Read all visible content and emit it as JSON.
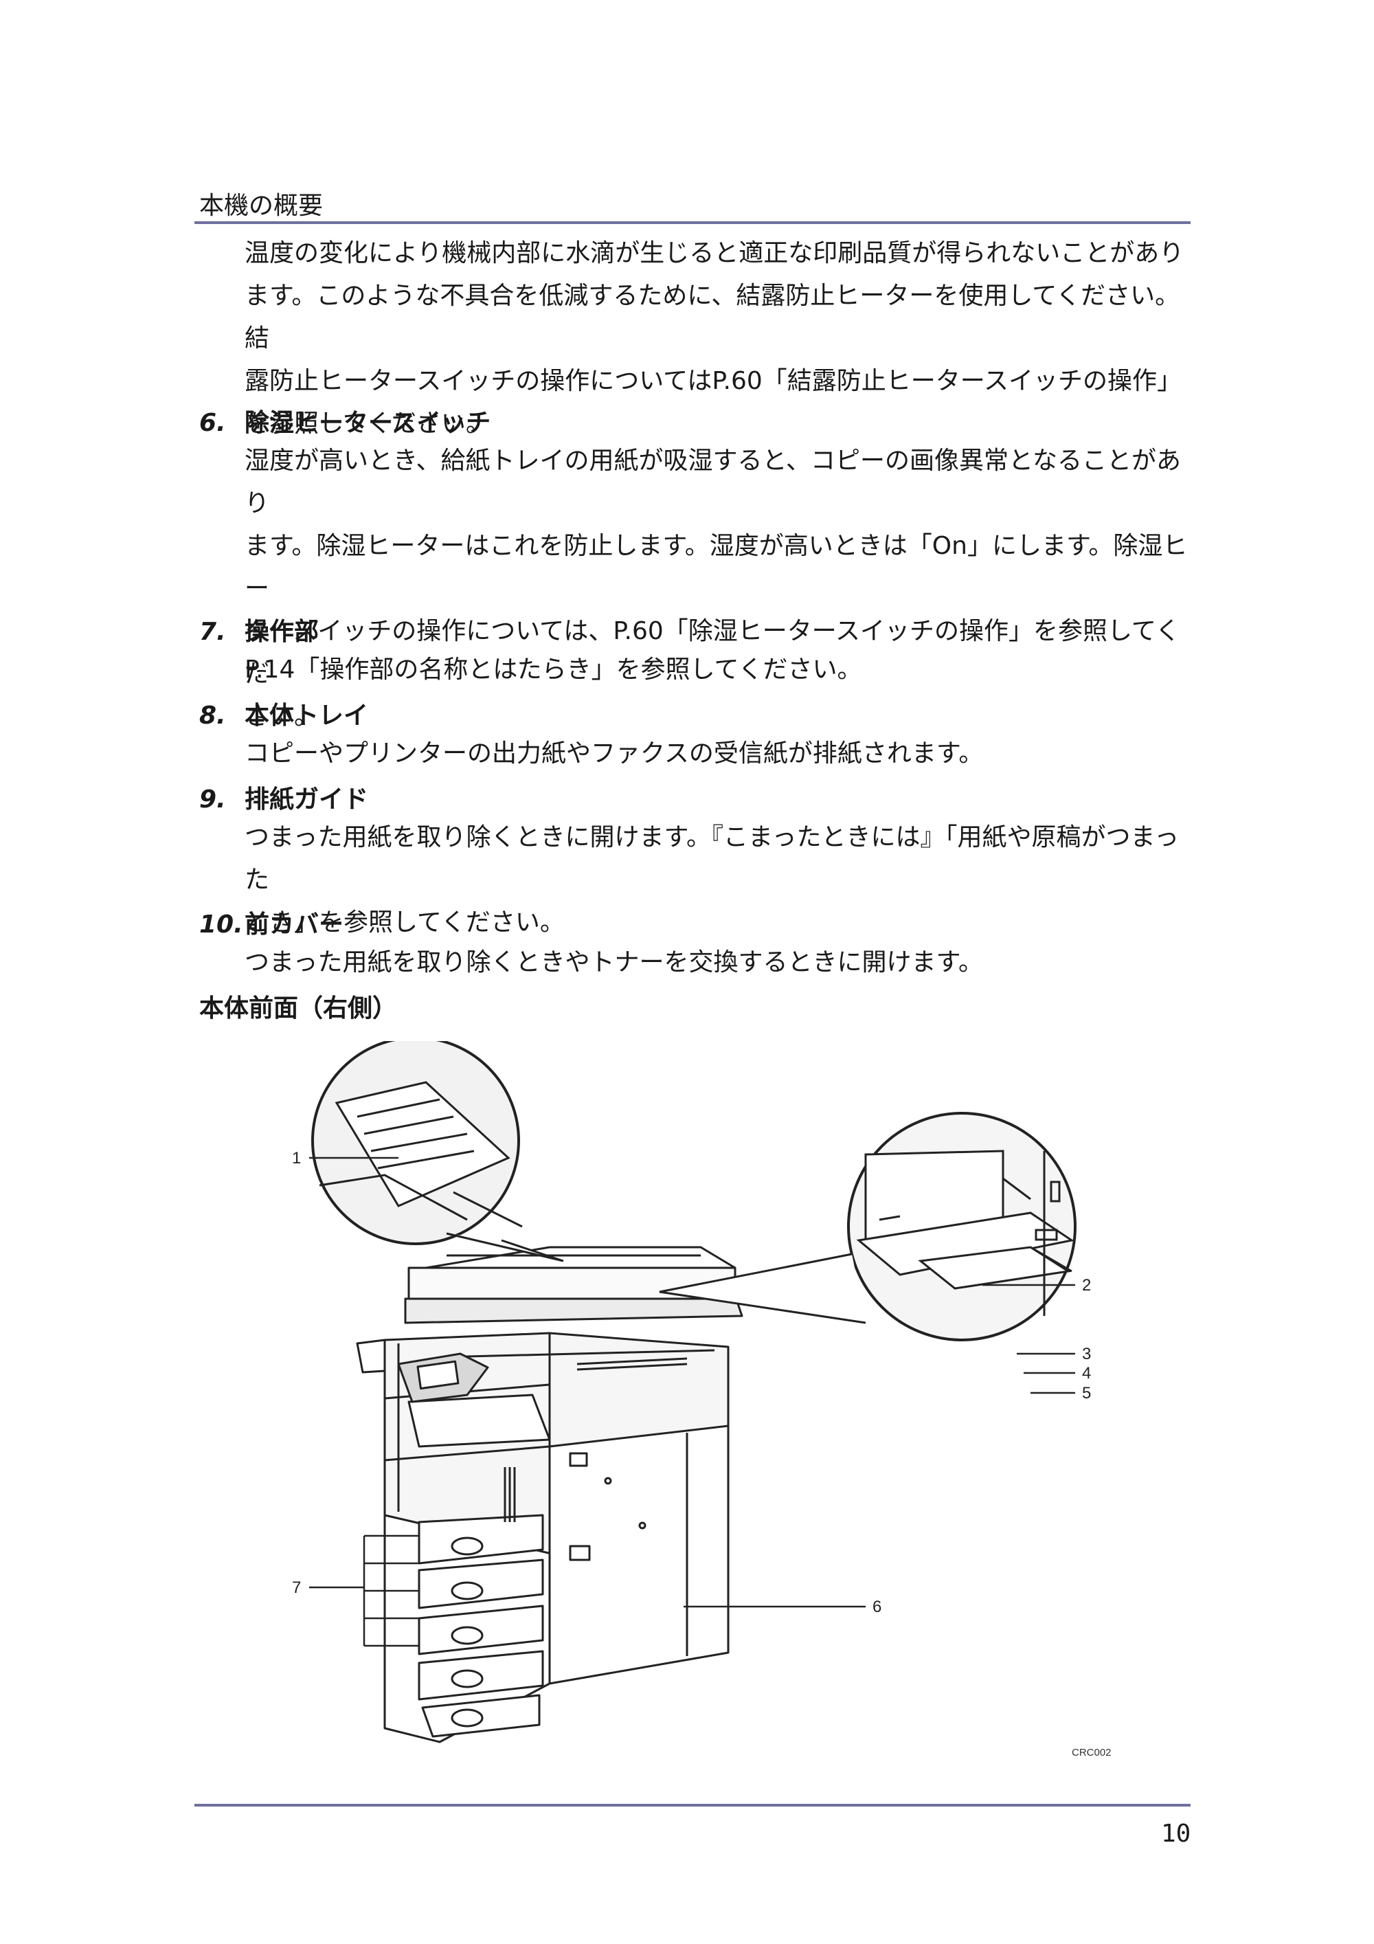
{
  "header": {
    "title": "本機の概要"
  },
  "paragraphs": {
    "p0": [
      "温度の変化により機械内部に水滴が生じると適正な印刷品質が得られないことがあり",
      "ます。このような不具合を低減するために、結露防止ヒーターを使用してください。結",
      "露防止ヒータースイッチの操作についてはP.60「結露防止ヒータースイッチの操作」",
      "を参照してください。"
    ],
    "p6": [
      "湿度が高いとき、給紙トレイの用紙が吸湿すると、コピーの画像異常となることがあり",
      "ます。除湿ヒーターはこれを防止します。湿度が高いときは「On」にします。除湿ヒー",
      "タースイッチの操作については、P.60「除湿ヒータースイッチの操作」を参照してくだ",
      "さい。"
    ],
    "p7": [
      "P.14「操作部の名称とはたらき」を参照してください。"
    ],
    "p8": [
      "コピーやプリンターの出力紙やファクスの受信紙が排紙されます。"
    ],
    "p9": [
      "つまった用紙を取り除くときに開けます。『こまったときには』「用紙や原稿がつまった",
      "とき」を参照してください。"
    ],
    "p10": [
      "つまった用紙を取り除くときやトナーを交換するときに開けます。"
    ]
  },
  "items": [
    {
      "number": "6.",
      "title": "除湿ヒータースイッチ"
    },
    {
      "number": "7.",
      "title": "操作部"
    },
    {
      "number": "8.",
      "title": "本体トレイ"
    },
    {
      "number": "9.",
      "title": "排紙ガイド"
    },
    {
      "number": "10.",
      "title": "前カバー"
    }
  ],
  "section": {
    "title": "本体前面（右側）"
  },
  "figure": {
    "callouts": [
      "1",
      "2",
      "3",
      "4",
      "5",
      "6",
      "7"
    ],
    "code": "CRC002"
  },
  "footer": {
    "page_number": "10"
  }
}
